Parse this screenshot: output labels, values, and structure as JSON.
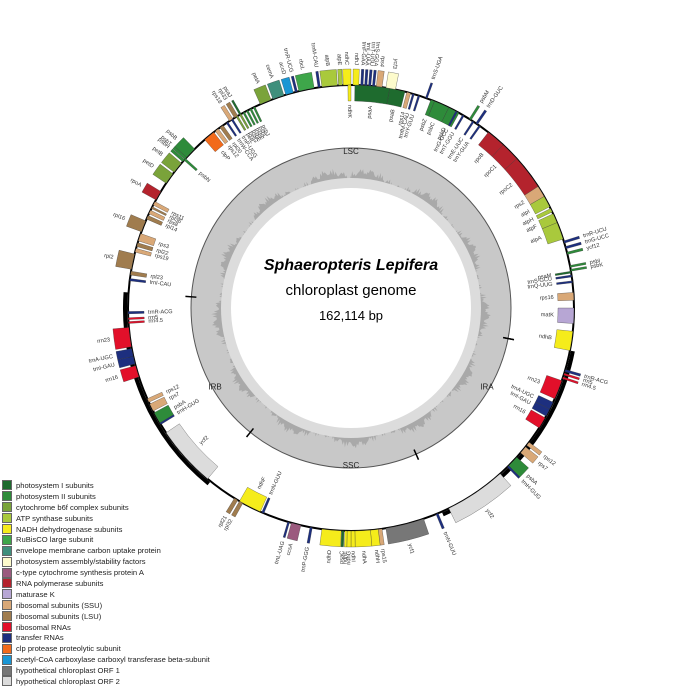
{
  "title": "Sphaeropteris Lepifera",
  "subtitle": "chloroplast genome",
  "size": "162,114 bp",
  "regions": {
    "lsc": "LSC",
    "ira": "IRA",
    "ssc": "SSC",
    "irb": "IRB"
  },
  "legend": [
    {
      "label": "photosystem I subunits",
      "color": "#1e6b2e"
    },
    {
      "label": "photosystem II subunits",
      "color": "#2e8b3a"
    },
    {
      "label": "cytochrome b6f complex subunits",
      "color": "#7aa33a"
    },
    {
      "label": "ATP synthase subunits",
      "color": "#a9c93c"
    },
    {
      "label": "NADH dehydrogenase subunits",
      "color": "#f5ec1b"
    },
    {
      "label": "RuBisCO large subunit",
      "color": "#3ea64a"
    },
    {
      "label": "envelope membrane carbon uptake protein",
      "color": "#3f8f7c"
    },
    {
      "label": "photosystem assembly/stability factors",
      "color": "#fdfbcc"
    },
    {
      "label": "c-type cytochrome synthesis protein A",
      "color": "#9b5a7e"
    },
    {
      "label": "RNA polymerase subunits",
      "color": "#b4232d"
    },
    {
      "label": "maturase K",
      "color": "#b7a6d4"
    },
    {
      "label": "ribosomal subunits (SSU)",
      "color": "#d9a877"
    },
    {
      "label": "ribosomal subunits (LSU)",
      "color": "#a07c4e"
    },
    {
      "label": "ribosomal RNAs",
      "color": "#e2102a"
    },
    {
      "label": "transfer RNAs",
      "color": "#1d2f7f"
    },
    {
      "label": "clp protease proteolytic subunit",
      "color": "#f26a1b"
    },
    {
      "label": "acetyl-CoA carboxylase carboxyl transferase beta-subunit",
      "color": "#1a96d4"
    },
    {
      "label": "hypothetical chloroplast ORF 1",
      "color": "#777777"
    },
    {
      "label": "hypothetical chloroplast ORF 2",
      "color": "#dcdcdc"
    }
  ],
  "genes": [
    {
      "name": "psaA",
      "a": 1,
      "len": 9,
      "side": "in",
      "cat": "photosystem I subunits"
    },
    {
      "name": "psaB",
      "a": 10,
      "len": 4,
      "side": "in",
      "cat": "photosystem I subunits"
    },
    {
      "name": "rps14",
      "a": 14.5,
      "len": 1,
      "side": "in",
      "cat": "ribosomal subunits (SSU)"
    },
    {
      "name": "trnfM-CAU",
      "a": 16,
      "len": 0.5,
      "side": "in",
      "cat": "transfer RNAs"
    },
    {
      "name": "trnY-GUU",
      "a": 17.5,
      "len": 0.5,
      "side": "in",
      "cat": "transfer RNAs"
    },
    {
      "name": "trnS-UGA",
      "a": 19.5,
      "len": 0.5,
      "side": "out",
      "cat": "transfer RNAs"
    },
    {
      "name": "psbZ",
      "a": 21,
      "len": 1,
      "side": "in",
      "cat": "photosystem II subunits"
    },
    {
      "name": "psbC",
      "a": 22,
      "len": 4,
      "side": "in",
      "cat": "photosystem II subunits"
    },
    {
      "name": "psbD",
      "a": 26,
      "len": 3,
      "side": "in",
      "cat": "photosystem II subunits"
    },
    {
      "name": "trnG-GCC",
      "a": 28,
      "len": 0.5,
      "side": "in",
      "cat": "transfer RNAs"
    },
    {
      "name": "trnT-GGU",
      "a": 30,
      "len": 0.5,
      "side": "in",
      "cat": "transfer RNAs"
    },
    {
      "name": "psbM",
      "a": 32,
      "len": 0.6,
      "side": "out",
      "cat": "photosystem II subunits"
    },
    {
      "name": "trnD-GUC",
      "a": 34,
      "len": 0.6,
      "side": "out",
      "cat": "transfer RNAs"
    },
    {
      "name": "trnE-UUC",
      "a": 33,
      "len": 0.5,
      "side": "in",
      "cat": "transfer RNAs"
    },
    {
      "name": "trnY-GUA",
      "a": 35,
      "len": 0.5,
      "side": "in",
      "cat": "transfer RNAs"
    },
    {
      "name": "rpoB",
      "a": 38,
      "len": 5,
      "side": "in",
      "cat": "RNA polymerase subunits"
    },
    {
      "name": "rpoC1",
      "a": 43,
      "len": 5,
      "side": "in",
      "cat": "RNA polymerase subunits"
    },
    {
      "name": "rpoC2",
      "a": 48,
      "len": 9,
      "side": "in",
      "cat": "RNA polymerase subunits"
    },
    {
      "name": "rps2",
      "a": 57,
      "len": 3,
      "side": "in",
      "cat": "ribosomal subunits (SSU)"
    },
    {
      "name": "atpI",
      "a": 60,
      "len": 3,
      "side": "in",
      "cat": "ATP synthase subunits"
    },
    {
      "name": "atpH",
      "a": 63.5,
      "len": 1,
      "side": "in",
      "cat": "ATP synthase subunits"
    },
    {
      "name": "atpF",
      "a": 65,
      "len": 2.5,
      "side": "in",
      "cat": "ATP synthase subunits"
    },
    {
      "name": "atpA",
      "a": 67.5,
      "len": 4.5,
      "side": "in",
      "cat": "ATP synthase subunits"
    },
    {
      "name": "trnR-UCU",
      "a": 72.5,
      "len": 0.6,
      "side": "out",
      "cat": "transfer RNAs"
    },
    {
      "name": "trnG-UCC",
      "a": 74,
      "len": 0.6,
      "side": "out",
      "cat": "transfer RNAs"
    },
    {
      "name": "ycf12",
      "a": 75.5,
      "len": 0.6,
      "side": "out",
      "cat": "photosystem II subunits"
    },
    {
      "name": "psbI",
      "a": 79,
      "len": 0.5,
      "side": "out",
      "cat": "photosystem II subunits"
    },
    {
      "name": "psbK",
      "a": 80,
      "len": 0.5,
      "side": "out",
      "cat": "photosystem II subunits"
    },
    {
      "name": "psaM",
      "a": 80.5,
      "len": 0.5,
      "side": "in",
      "cat": "photosystem I subunits"
    },
    {
      "name": "trnS-GCU",
      "a": 81.5,
      "len": 0.5,
      "side": "in",
      "cat": "transfer RNAs"
    },
    {
      "name": "trnQ-UUG",
      "a": 83,
      "len": 0.5,
      "side": "in",
      "cat": "transfer RNAs"
    },
    {
      "name": "rps16",
      "a": 86,
      "len": 2,
      "side": "in",
      "cat": "ribosomal subunits (SSU)"
    },
    {
      "name": "matK",
      "a": 90,
      "len": 4,
      "side": "in",
      "cat": "maturase K"
    },
    {
      "name": "ndhB",
      "a": 96,
      "len": 5,
      "side": "in",
      "cat": "NADH dehydrogenase subunits"
    },
    {
      "name": "trnR-ACG",
      "a": 106,
      "len": 0.6,
      "side": "out",
      "cat": "transfer RNAs"
    },
    {
      "name": "rrn5",
      "a": 107,
      "len": 0.5,
      "side": "out",
      "cat": "ribosomal RNAs"
    },
    {
      "name": "rrn4.5",
      "a": 108,
      "len": 0.5,
      "side": "out",
      "cat": "ribosomal RNAs"
    },
    {
      "name": "rrn23",
      "a": 109,
      "len": 5,
      "side": "in",
      "cat": "ribosomal RNAs"
    },
    {
      "name": "trnA-UGC",
      "a": 115,
      "len": 2,
      "side": "in",
      "cat": "transfer RNAs"
    },
    {
      "name": "trnI-GAU",
      "a": 117,
      "len": 2,
      "side": "in",
      "cat": "transfer RNAs"
    },
    {
      "name": "rrn16",
      "a": 119.5,
      "len": 3,
      "side": "in",
      "cat": "ribosomal RNAs"
    },
    {
      "name": "rps12",
      "a": 127,
      "len": 1,
      "side": "out",
      "cat": "ribosomal subunits (SSU)"
    },
    {
      "name": "rps7",
      "a": 128.5,
      "len": 2,
      "side": "out",
      "cat": "ribosomal subunits (SSU)"
    },
    {
      "name": "psbA",
      "a": 132,
      "len": 3,
      "side": "out",
      "cat": "photosystem II subunits"
    },
    {
      "name": "trnH-GUG",
      "a": 135,
      "len": 0.5,
      "side": "out",
      "cat": "transfer RNAs"
    },
    {
      "name": "ycf2",
      "a": 138,
      "len": 16,
      "side": "out",
      "cat": "hypothetical chloroplast ORF 2"
    },
    {
      "name": "trnN-GUU",
      "a": 157,
      "len": 0.6,
      "side": "out",
      "cat": "transfer RNAs"
    },
    {
      "name": "ycf1",
      "a": 161,
      "len": 10,
      "side": "out",
      "cat": "hypothetical chloroplast ORF 1"
    },
    {
      "name": "rps15",
      "a": 172,
      "len": 1,
      "side": "out",
      "cat": "ribosomal subunits (SSU)"
    },
    {
      "name": "ndhH",
      "a": 173,
      "len": 2,
      "side": "out",
      "cat": "NADH dehydrogenase subunits"
    },
    {
      "name": "ndhA",
      "a": 175,
      "len": 4,
      "side": "out",
      "cat": "NADH dehydrogenase subunits"
    },
    {
      "name": "ndhI",
      "a": 179,
      "len": 1,
      "side": "out",
      "cat": "NADH dehydrogenase subunits"
    },
    {
      "name": "ndhG",
      "a": 180,
      "len": 1,
      "side": "out",
      "cat": "NADH dehydrogenase subunits"
    },
    {
      "name": "ndhE",
      "a": 181,
      "len": 0.6,
      "side": "out",
      "cat": "NADH dehydrogenase subunits"
    },
    {
      "name": "psaC",
      "a": 181.8,
      "len": 0.6,
      "side": "out",
      "cat": "photosystem I subunits"
    },
    {
      "name": "ndhD",
      "a": 182.5,
      "len": 5,
      "side": "out",
      "cat": "NADH dehydrogenase subunits"
    },
    {
      "name": "trnP-GGG",
      "a": 190,
      "len": 0.6,
      "side": "out",
      "cat": "transfer RNAs"
    },
    {
      "name": "ccsA",
      "a": 193,
      "len": 2.5,
      "side": "out",
      "cat": "c-type cytochrome synthesis protein A"
    },
    {
      "name": "trnL-UAG",
      "a": 196,
      "len": 0.5,
      "side": "out",
      "cat": "transfer RNAs"
    },
    {
      "name": "rpl32",
      "a": 209,
      "len": 1,
      "side": "out",
      "cat": "ribosomal subunits (LSU)"
    },
    {
      "name": "rpl21",
      "a": 210.5,
      "len": 1,
      "side": "out",
      "cat": "ribosomal subunits (LSU)"
    },
    {
      "name": "ndhF",
      "a": 204,
      "len": 6,
      "side": "in",
      "cat": "NADH dehydrogenase subunits"
    },
    {
      "name": "trnN-GUU",
      "a": 203,
      "len": 0.6,
      "side": "in",
      "cat": "transfer RNAs"
    },
    {
      "name": "ycf2",
      "a": 220,
      "len": 16,
      "side": "in",
      "cat": "hypothetical chloroplast ORF 2"
    },
    {
      "name": "trnH-GUG",
      "a": 238.5,
      "len": 0.5,
      "side": "in",
      "cat": "transfer RNAs"
    },
    {
      "name": "psbA",
      "a": 239,
      "len": 3,
      "side": "in",
      "cat": "photosystem II subunits"
    },
    {
      "name": "rps7",
      "a": 242.5,
      "len": 2,
      "side": "in",
      "cat": "ribosomal subunits (SSU)"
    },
    {
      "name": "rps12",
      "a": 245,
      "len": 1,
      "side": "in",
      "cat": "ribosomal subunits (SSU)"
    },
    {
      "name": "rrn16",
      "a": 252,
      "len": 3,
      "side": "out",
      "cat": "ribosomal RNAs"
    },
    {
      "name": "trnI-GAU",
      "a": 255.5,
      "len": 2,
      "side": "out",
      "cat": "transfer RNAs"
    },
    {
      "name": "trnA-UGC",
      "a": 257.5,
      "len": 2,
      "side": "out",
      "cat": "transfer RNAs"
    },
    {
      "name": "rrn23",
      "a": 260,
      "len": 5,
      "side": "out",
      "cat": "ribosomal RNAs"
    },
    {
      "name": "rrn4.5",
      "a": 266,
      "len": 0.5,
      "side": "in",
      "cat": "ribosomal RNAs"
    },
    {
      "name": "rrn5",
      "a": 267,
      "len": 0.5,
      "side": "in",
      "cat": "ribosomal RNAs"
    },
    {
      "name": "trnR-ACG",
      "a": 268.5,
      "len": 0.6,
      "side": "in",
      "cat": "transfer RNAs"
    },
    {
      "name": "trnI-CAU",
      "a": 277,
      "len": 0.6,
      "side": "in",
      "cat": "transfer RNAs"
    },
    {
      "name": "rpl23",
      "a": 278.5,
      "len": 1,
      "side": "in",
      "cat": "ribosomal subunits (LSU)"
    },
    {
      "name": "rpl2",
      "a": 280,
      "len": 4,
      "side": "out",
      "cat": "ribosomal subunits (LSU)"
    },
    {
      "name": "rps19",
      "a": 284.5,
      "len": 1,
      "side": "in",
      "cat": "ribosomal subunits (SSU)"
    },
    {
      "name": "rpl22",
      "a": 286,
      "len": 1,
      "side": "in",
      "cat": "ribosomal subunits (LSU)"
    },
    {
      "name": "rps3",
      "a": 287.5,
      "len": 2,
      "side": "in",
      "cat": "ribosomal subunits (SSU)"
    },
    {
      "name": "rpl16",
      "a": 290,
      "len": 3,
      "side": "out",
      "cat": "ribosomal subunits (LSU)"
    },
    {
      "name": "rpl14",
      "a": 293.5,
      "len": 1,
      "side": "in",
      "cat": "ribosomal subunits (LSU)"
    },
    {
      "name": "rps8",
      "a": 295,
      "len": 1,
      "side": "in",
      "cat": "ribosomal subunits (SSU)"
    },
    {
      "name": "rpl36",
      "a": 296.5,
      "len": 0.5,
      "side": "in",
      "cat": "ribosomal subunits (LSU)"
    },
    {
      "name": "rps11",
      "a": 297.5,
      "len": 1,
      "side": "in",
      "cat": "ribosomal subunits (SSU)"
    },
    {
      "name": "rpoA",
      "a": 299,
      "len": 2.5,
      "side": "out",
      "cat": "RNA polymerase subunits"
    },
    {
      "name": "petD",
      "a": 304,
      "len": 3,
      "side": "out",
      "cat": "cytochrome b6f complex subunits"
    },
    {
      "name": "petB",
      "a": 307.5,
      "len": 3,
      "side": "out",
      "cat": "cytochrome b6f complex subunits"
    },
    {
      "name": "psbH",
      "a": 311,
      "len": 0.7,
      "side": "out",
      "cat": "photosystem II subunits"
    },
    {
      "name": "psbT",
      "a": 311.8,
      "len": 0.7,
      "side": "out",
      "cat": "photosystem II subunits"
    },
    {
      "name": "psbB",
      "a": 312.5,
      "len": 3,
      "side": "out",
      "cat": "photosystem II subunits"
    },
    {
      "name": "psbN",
      "a": 311.5,
      "len": 0.6,
      "side": "in",
      "cat": "photosystem II subunits"
    },
    {
      "name": "clpP",
      "a": 319,
      "len": 3,
      "side": "in",
      "cat": "clp protease proteolytic subunit"
    },
    {
      "name": "rps12",
      "a": 322.5,
      "len": 1,
      "side": "in",
      "cat": "ribosomal subunits (SSU)"
    },
    {
      "name": "rpl20",
      "a": 324,
      "len": 1,
      "side": "in",
      "cat": "ribosomal subunits (LSU)"
    },
    {
      "name": "rps18",
      "a": 327,
      "len": 1,
      "side": "out",
      "cat": "ribosomal subunits (SSU)"
    },
    {
      "name": "rpl33",
      "a": 328.5,
      "len": 1,
      "side": "out",
      "cat": "ribosomal subunits (LSU)"
    },
    {
      "name": "psaJ",
      "a": 330,
      "len": 0.5,
      "side": "out",
      "cat": "photosystem I subunits"
    },
    {
      "name": "trnW-CCA",
      "a": 326,
      "len": 0.5,
      "side": "in",
      "cat": "transfer RNAs"
    },
    {
      "name": "trnP-UGG",
      "a": 327.5,
      "len": 0.5,
      "side": "in",
      "cat": "transfer RNAs"
    },
    {
      "name": "petL",
      "a": 329,
      "len": 0.5,
      "side": "in",
      "cat": "cytochrome b6f complex subunits"
    },
    {
      "name": "petG",
      "a": 330,
      "len": 0.5,
      "side": "in",
      "cat": "cytochrome b6f complex subunits"
    },
    {
      "name": "psbE",
      "a": 331,
      "len": 0.5,
      "side": "in",
      "cat": "photosystem II subunits"
    },
    {
      "name": "psbF",
      "a": 332,
      "len": 0.5,
      "side": "in",
      "cat": "photosystem II subunits"
    },
    {
      "name": "psbL",
      "a": 333,
      "len": 0.5,
      "side": "in",
      "cat": "photosystem II subunits"
    },
    {
      "name": "psbJ",
      "a": 334,
      "len": 0.5,
      "side": "in",
      "cat": "photosystem II subunits"
    },
    {
      "name": "petA",
      "a": 336,
      "len": 3,
      "side": "out",
      "cat": "cytochrome b6f complex subunits"
    },
    {
      "name": "cemA",
      "a": 339.5,
      "len": 3,
      "side": "out",
      "cat": "envelope membrane carbon uptake protein"
    },
    {
      "name": "accD",
      "a": 343,
      "len": 2,
      "side": "out",
      "cat": "acetyl-CoA carboxylase carboxyl transferase beta-subunit"
    },
    {
      "name": "trnR-UCG",
      "a": 345.5,
      "len": 0.6,
      "side": "out",
      "cat": "transfer RNAs"
    },
    {
      "name": "rbcL",
      "a": 346.5,
      "len": 4,
      "side": "out",
      "cat": "RuBisCO large subunit"
    },
    {
      "name": "trnM-CAU",
      "a": 351.5,
      "len": 0.6,
      "side": "out",
      "cat": "transfer RNAs"
    },
    {
      "name": "atpB",
      "a": 352.5,
      "len": 4,
      "side": "out",
      "cat": "ATP synthase subunits"
    },
    {
      "name": "atpE",
      "a": 356.8,
      "len": 1,
      "side": "out",
      "cat": "ATP synthase subunits"
    },
    {
      "name": "ndhC",
      "a": 358,
      "len": 2,
      "side": "out",
      "cat": "NADH dehydrogenase subunits"
    },
    {
      "name": "ndhK",
      "a": 359.2,
      "len": 0.8,
      "side": "in",
      "cat": "NADH dehydrogenase subunits"
    },
    {
      "name": "ndhJ",
      "a": 360.5,
      "len": 1.5,
      "side": "out",
      "cat": "NADH dehydrogenase subunits"
    },
    {
      "name": "trnF-GAA",
      "a": 362.5,
      "len": 0.6,
      "side": "out",
      "cat": "transfer RNAs"
    },
    {
      "name": "trnL-UAA",
      "a": 363.5,
      "len": 0.6,
      "side": "out",
      "cat": "transfer RNAs"
    },
    {
      "name": "trnT-UGU",
      "a": 364.5,
      "len": 0.6,
      "side": "out",
      "cat": "transfer RNAs"
    },
    {
      "name": "trnS-GGA",
      "a": 365.5,
      "len": 0.6,
      "side": "out",
      "cat": "transfer RNAs"
    },
    {
      "name": "rps4",
      "a": 366.5,
      "len": 1.5,
      "side": "out",
      "cat": "ribosomal subunits (SSU)"
    },
    {
      "name": "ycf3",
      "a": 369,
      "len": 2.5,
      "side": "out",
      "cat": "photosystem assembly/stability factors"
    },
    {
      "name": "psaA",
      "a": 372,
      "len": 0,
      "side": "in",
      "cat": "photosystem I subunits"
    }
  ]
}
